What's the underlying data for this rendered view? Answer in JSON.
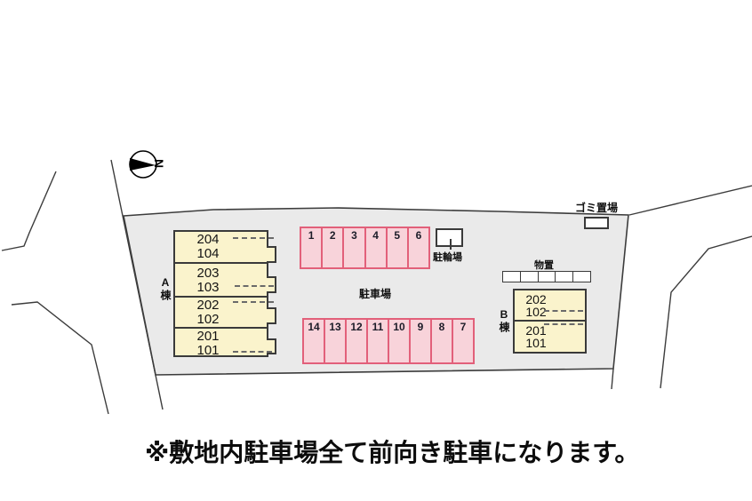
{
  "compass": {
    "label": "N"
  },
  "site": {
    "fill": "#eaeaea",
    "outline": "#3c3c3c"
  },
  "buildings": {
    "a": {
      "label": "A棟",
      "fill": "#faf3cc",
      "units": [
        {
          "upper": "204",
          "lower": "104"
        },
        {
          "upper": "203",
          "lower": "103"
        },
        {
          "upper": "202",
          "lower": "102"
        },
        {
          "upper": "201",
          "lower": "101"
        }
      ]
    },
    "b": {
      "label": "B棟",
      "fill": "#faf3cc",
      "units": [
        {
          "upper": "202",
          "lower": "102"
        },
        {
          "upper": "201",
          "lower": "101"
        }
      ]
    }
  },
  "parking": {
    "area_label": "駐車場",
    "top_row": [
      "1",
      "2",
      "3",
      "4",
      "5",
      "6"
    ],
    "bottom_row": [
      "14",
      "13",
      "12",
      "11",
      "10",
      "9",
      "8",
      "7"
    ],
    "stall_fill": "#f8d3da",
    "stall_border": "#e2607a"
  },
  "bicycle": {
    "label": "駐輪場"
  },
  "storage": {
    "label": "物置",
    "box_count": 5
  },
  "garbage": {
    "label": "ゴミ置場"
  },
  "note": {
    "text": "※敷地内駐車場全て前向き駐車になります。"
  }
}
